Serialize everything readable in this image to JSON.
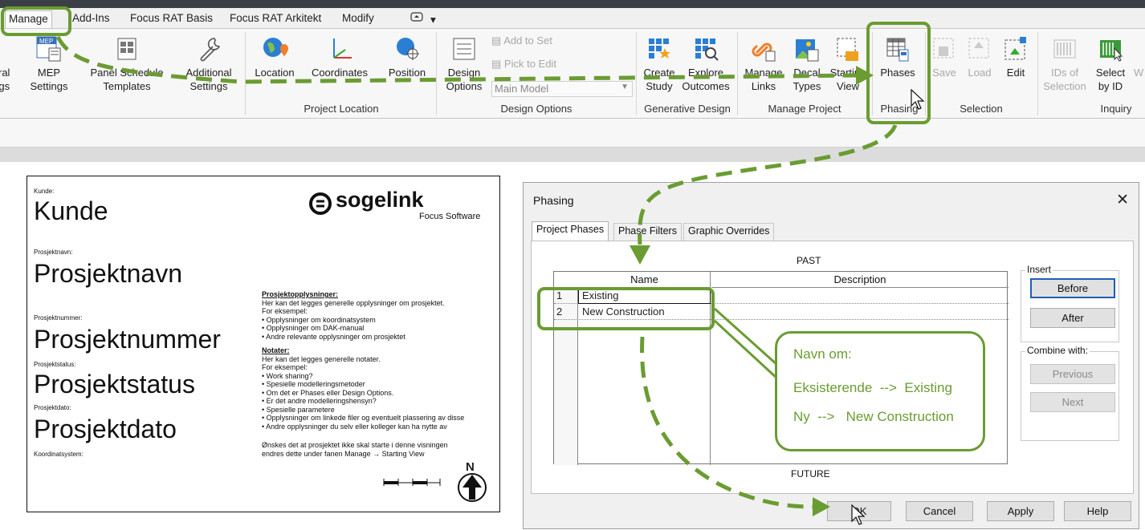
{
  "ribbon": {
    "tabs": [
      "Manage",
      "Add-Ins",
      "Focus RAT Basis",
      "Focus RAT Arkitekt",
      "Modify"
    ],
    "tab_extra": "▾",
    "buttons": {
      "structural_1": "ral",
      "structural_2": "gs",
      "mep_1": "MEP",
      "mep_2": "Settings",
      "panel_1": "Panel Schedule",
      "panel_2": "Templates",
      "additional_1": "Additional",
      "additional_2": "Settings",
      "location": "Location",
      "coordinates": "Coordinates",
      "position": "Position",
      "design_options_1": "Design",
      "design_options_2": "Options",
      "add_to_set": "Add to Set",
      "pick_to_edit": "Pick to Edit",
      "main_model": "Main Model",
      "create_1": "Create",
      "create_2": "Study",
      "explore_1": "Explore",
      "explore_2": "Outcomes",
      "manage_1": "Manage",
      "manage_2": "Links",
      "decal_1": "Decal",
      "decal_2": "Types",
      "starting_1": "Starting",
      "starting_2": "View",
      "phases": "Phases",
      "save": "Save",
      "load": "Load",
      "edit": "Edit",
      "ids_1": "IDs of",
      "ids_2": "Selection",
      "select_1": "Select",
      "select_2": "by ID",
      "w": "W"
    },
    "panels": {
      "project_location": "Project Location",
      "design_options": "Design Options",
      "generative_design": "Generative Design",
      "manage_project": "Manage Project",
      "phasing": "Phasing",
      "selection": "Selection",
      "inquiry": "Inquiry"
    }
  },
  "sheet": {
    "kunde_lbl": "Kunde:",
    "kunde": "Kunde",
    "navn_lbl": "Prosjektnavn:",
    "navn": "Prosjektnavn",
    "nummer_lbl": "Prosjektnummer:",
    "nummer": "Prosjektnummer",
    "status_lbl": "Prosjektstatus:",
    "status": "Prosjektstatus",
    "dato_lbl": "Prosjektdato:",
    "dato": "Prosjektdato",
    "koord_lbl": "Koordinatsystem:",
    "logo": "sogelink",
    "logo_sub": "Focus Software",
    "north": "N",
    "info_title": "Prosjektopplysninger:",
    "info_lines": [
      "Her kan det legges generelle opplysninger om prosjektet.",
      "For eksempel:",
      "•   Opplysninger om koordinatsystem",
      "•   Opplysninger om DAK-manual",
      "•   Andre relevante opplysninger om prosjektet"
    ],
    "notes_title": "Notater:",
    "notes_lines": [
      "Her kan det legges generelle notater.",
      "For eksempel:",
      "•   Work sharing?",
      "•   Spesielle modelleringsmetoder",
      "•   Om det er Phases eller Design Options.",
      "•   Er det andre modelleringshensyn?",
      "•   Spesielle parametere",
      "•   Opplysninger om linkede filer og eventuelt plassering av disse",
      "•   Andre opplysninger du selv eller kolleger kan ha nytte av"
    ],
    "footer_1": "Ønskes det at prosjektet ikke skal starte i denne visningen",
    "footer_2": "endres dette under fanen Manage → Starting View"
  },
  "dialog": {
    "title": "Phasing",
    "close": "✕",
    "tabs": [
      "Project Phases",
      "Phase Filters",
      "Graphic Overrides"
    ],
    "past": "PAST",
    "future": "FUTURE",
    "col_name": "Name",
    "col_desc": "Description",
    "rows": [
      {
        "num": "1",
        "name": "Existing"
      },
      {
        "num": "2",
        "name": "New Construction"
      }
    ],
    "insert_lbl": "Insert",
    "before": "Before",
    "after": "After",
    "combine_lbl": "Combine with:",
    "previous": "Previous",
    "next": "Next",
    "ok": "OK",
    "cancel": "Cancel",
    "apply": "Apply",
    "help": "Help"
  },
  "annotation": {
    "line1": "Navn om:",
    "line2": "Eksisterende  -->  Existing",
    "line3": "Ny  -->   New Construction",
    "color": "#6a9c32"
  }
}
